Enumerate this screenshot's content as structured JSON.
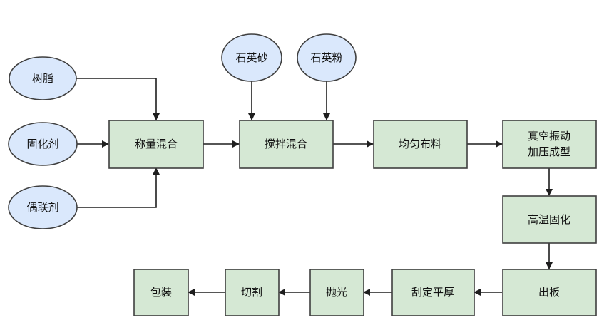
{
  "colors": {
    "process_fill": "#d5e8d4",
    "input_fill": "#dae8fc",
    "stroke": "#3f3f3f",
    "arrow": "#1e1e1e",
    "text": "#111111"
  },
  "inputs": {
    "resin": "树脂",
    "curing_agent": "固化剂",
    "coupling_agent": "偶联剂",
    "quartz_sand": "石英砂",
    "quartz_powder": "石英粉"
  },
  "steps": {
    "weigh_mix": "称量混合",
    "stir_mix": "搅拌混合",
    "distribute": "均匀布料",
    "vacuum_form_line1": "真空振动",
    "vacuum_form_line2": "加压成型",
    "high_temp_cure": "高温固化",
    "demold": "出板",
    "scrape_level": "刮定平厚",
    "polish": "抛光",
    "cut": "切割",
    "pack": "包装"
  }
}
